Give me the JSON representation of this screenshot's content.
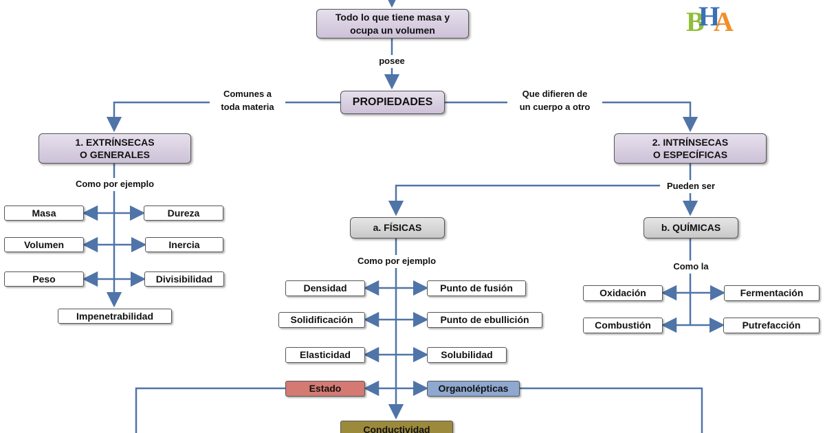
{
  "logo": {
    "letters": [
      "B",
      "H",
      "A"
    ],
    "colors": [
      "#8fbf3a",
      "#3b6fb6",
      "#f0902a"
    ]
  },
  "nodes": {
    "materia": "Todo lo que tiene masa y\nocupa un volumen",
    "propiedades": "PROPIEDADES",
    "extrinsecas": "1.   EXTRÍNSECAS\nO GENERALES",
    "intrinsecas": "2.   INTRÍNSECAS\nO  ESPECÍFICAS",
    "fisicas": "a.   FÍSICAS",
    "quimicas": "b.   QUÍMICAS"
  },
  "labels": {
    "posee": "posee",
    "comunes": "Comunes a\ntoda materia",
    "difieren": "Que difieren de\nun cuerpo a otro",
    "ejemplo_ext": "Como por ejemplo",
    "pueden_ser": "Pueden ser",
    "ejemplo_fis": "Como por ejemplo",
    "como_la": "Como la"
  },
  "extrinsecas_items": {
    "masa": "Masa",
    "dureza": "Dureza",
    "volumen": "Volumen",
    "inercia": "Inercia",
    "peso": "Peso",
    "divisibilidad": "Divisibilidad",
    "impenetrabilidad": "Impenetrabilidad"
  },
  "fisicas_items": {
    "densidad": "Densidad",
    "fusion": "Punto de fusión",
    "solidificacion": "Solidificación",
    "ebullicion": "Punto de ebullición",
    "elasticidad": "Elasticidad",
    "solubilidad": "Solubilidad",
    "estado": "Estado",
    "organolepticas": "Organolépticas",
    "conductividad": "Conductividad"
  },
  "quimicas_items": {
    "oxidacion": "Oxidación",
    "fermentacion": "Fermentación",
    "combustion": "Combustión",
    "putrefaccion": "Putrefacción"
  },
  "colors": {
    "connector": "#4f74a8",
    "estado": "#d47a72",
    "organolepticas": "#8ea8cf",
    "conductividad": "#9c8a3c"
  }
}
